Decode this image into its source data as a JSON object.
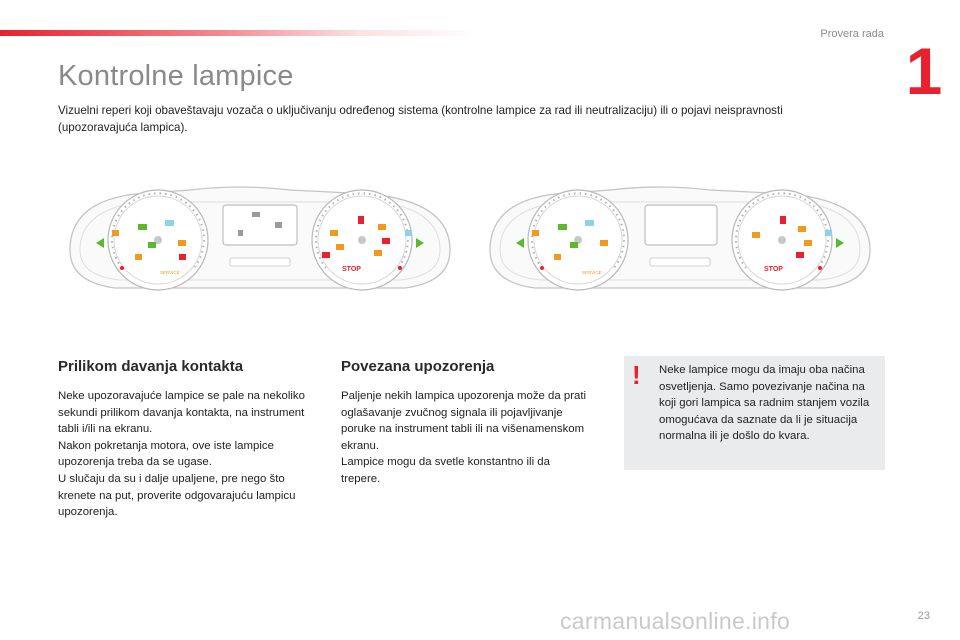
{
  "header": {
    "section_label": "Provera rada",
    "chapter_number": "1"
  },
  "page": {
    "title": "Kontrolne lampice",
    "intro": "Vizuelni reperi koji obaveštavaju vozača o uključivanju određenog sistema (kontrolne lampice za rad ili neutralizaciju) ili o pojavi neispravnosti (upozoravajuća lampica).",
    "page_number": "23"
  },
  "clusters": {
    "left": {
      "labels": [
        "STOP",
        "SERVICE"
      ]
    },
    "right": {
      "labels": [
        "STOP",
        "SERVICE"
      ]
    }
  },
  "columns": [
    {
      "heading": "Prilikom davanja kontakta",
      "text": "Neke upozoravajuće lampice se pale na nekoliko sekundi prilikom davanja kontakta, na instrument tabli i/ili na ekranu.\nNakon pokretanja motora, ove iste lampice upozorenja treba da se ugase.\nU slučaju da su i dalje upaljene, pre nego što krenete na put, proverite odgovarajuću lampicu upozorenja."
    },
    {
      "heading": "Povezana upozorenja",
      "text": "Paljenje nekih lampica upozorenja može da prati oglašavanje zvučnog signala ili pojavljivanje poruke na instrument tabli ili na višenamenskom ekranu.\nLampice mogu da svetle konstantno ili da trepere."
    }
  ],
  "note": {
    "icon": "exclamation-icon",
    "text": "Neke lampice mogu da imaju oba načina osvetljenja. Samo povezivanje načina na koji gori lampica sa radnim stanjem vozila omogućava da saznate da li je situacija normalna ili je došlo do kvara."
  },
  "watermark": "carmanualsonline.info",
  "colors": {
    "accent": "#e8212e",
    "title_gray": "#8a8a8a",
    "note_bg": "#e9ebec",
    "lamp_green": "#5cb82e",
    "lamp_orange": "#f29a1f",
    "lamp_red": "#e8212e"
  }
}
